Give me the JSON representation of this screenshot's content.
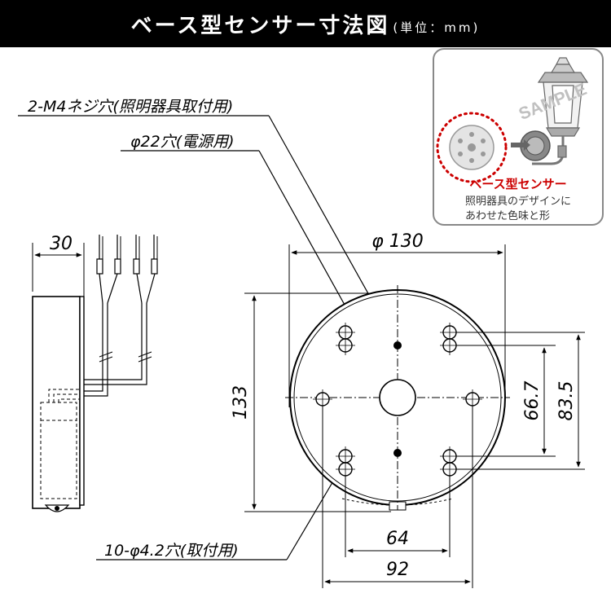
{
  "title": {
    "main": "ベース型センサー寸法図",
    "unit": "(単位：mm)"
  },
  "callouts": {
    "screw_holes": "2-M4ネジ穴(照明器具取付用)",
    "power_hole": "φ22穴(電源用)",
    "mount_holes": "10-φ4.2穴(取付用)"
  },
  "dimensions": {
    "side_depth": "30",
    "diameter": "φ 130",
    "height": "133",
    "inner_v1": "66.7",
    "inner_v2": "83.5",
    "inner_h1": "64",
    "inner_h2": "92"
  },
  "inset": {
    "watermark": "SAMPLE",
    "product": "ベース型センサー",
    "caption_line1": "照明器具のデザインに",
    "caption_line2": "あわせた色味と形",
    "colors": {
      "accent": "#cc0000",
      "border": "#888888"
    }
  }
}
